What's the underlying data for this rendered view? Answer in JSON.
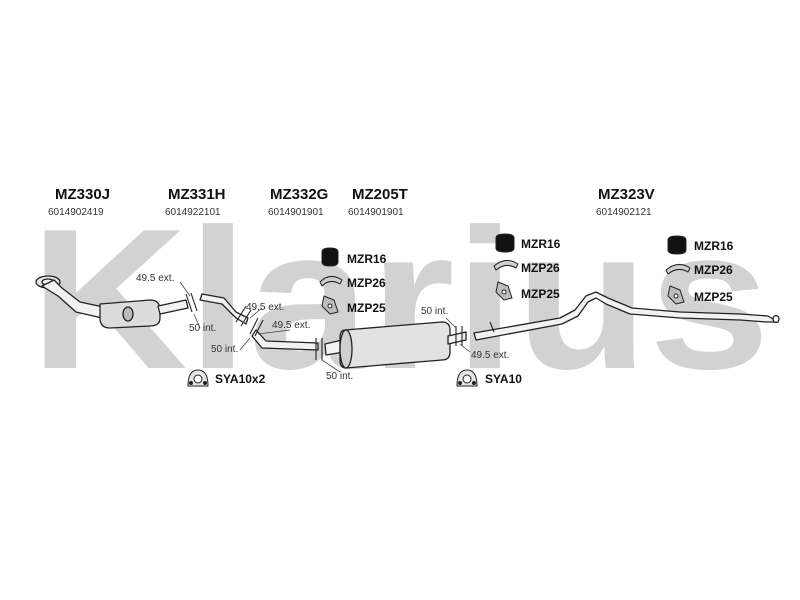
{
  "watermark": {
    "text": "Klarius",
    "color": "#d2d2d2"
  },
  "parts": [
    {
      "code": "MZ330J",
      "number": "6014902419"
    },
    {
      "code": "MZ331H",
      "number": "6014922101"
    },
    {
      "code": "MZ332G",
      "number": "6014901901"
    },
    {
      "code": "MZ205T",
      "number": "6014901901"
    },
    {
      "code": "MZ323V",
      "number": "6014902121"
    }
  ],
  "dimensions": {
    "joint1_ext": "49.5 ext.",
    "joint1_int": "50 int.",
    "joint2_ext": "49.5 ext.",
    "joint2_int": "50 int.",
    "joint3_ext": "49.5 ext.",
    "joint3_int": "50 int.",
    "joint4_int": "50 int.",
    "joint4_ext": "49.5 ext."
  },
  "accessories": {
    "group_center": [
      "MZR16",
      "MZP26",
      "MZP25"
    ],
    "group_mid": [
      "MZR16",
      "MZP26",
      "MZP25"
    ],
    "group_right": [
      "MZR16",
      "MZP26",
      "MZP25"
    ],
    "sya_left": "SYA10x2",
    "sya_right": "SYA10"
  },
  "icons": {
    "rubber_mount": "rubber-mount-icon",
    "pipe_clamp": "pipe-clamp-icon",
    "bracket": "bracket-icon",
    "gasket": "gasket-icon"
  }
}
